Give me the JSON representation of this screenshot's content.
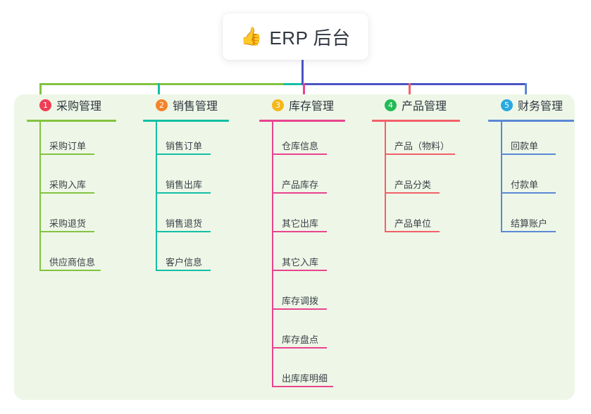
{
  "root": {
    "icon": "thumbs-up-icon",
    "emoji": "👍",
    "title": "ERP 后台"
  },
  "theme": {
    "page_background": "#ffffff",
    "board_background": "#eef7e7",
    "card_background": "#ffffff",
    "text_color": "#2f3640",
    "item_text_color": "#3b4149"
  },
  "connectors": {
    "root_stem_color": "#4a55c4",
    "segments": [
      {
        "name": "segment-green",
        "color": "#82c341"
      },
      {
        "name": "segment-teal",
        "color": "#14bfa5"
      },
      {
        "name": "segment-blue",
        "color": "#4a55c4"
      }
    ]
  },
  "columns": [
    {
      "number": "1",
      "title": "采购管理",
      "accent": "#82c341",
      "badge_color": "#ef3e56",
      "items": [
        {
          "label": "采购订单"
        },
        {
          "label": "采购入库"
        },
        {
          "label": "采购退货"
        },
        {
          "label": "供应商信息"
        }
      ]
    },
    {
      "number": "2",
      "title": "销售管理",
      "accent": "#14bfa5",
      "badge_color": "#f5832a",
      "items": [
        {
          "label": "销售订单"
        },
        {
          "label": "销售出库"
        },
        {
          "label": "销售退货"
        },
        {
          "label": "客户信息"
        }
      ]
    },
    {
      "number": "3",
      "title": "库存管理",
      "accent": "#e8438f",
      "badge_color": "#f5b719",
      "items": [
        {
          "label": "仓库信息"
        },
        {
          "label": "产品库存"
        },
        {
          "label": "其它出库"
        },
        {
          "label": "其它入库"
        },
        {
          "label": "库存调拨"
        },
        {
          "label": "库存盘点"
        },
        {
          "label": "出库库明细"
        }
      ]
    },
    {
      "number": "4",
      "title": "产品管理",
      "accent": "#f2606a",
      "badge_color": "#22bb55",
      "items": [
        {
          "label": "产品（物料）"
        },
        {
          "label": "产品分类"
        },
        {
          "label": "产品单位"
        }
      ]
    },
    {
      "number": "5",
      "title": "财务管理",
      "accent": "#5b87d6",
      "badge_color": "#2aa9e0",
      "items": [
        {
          "label": "回款单"
        },
        {
          "label": "付款单"
        },
        {
          "label": "结算账户"
        }
      ]
    }
  ]
}
